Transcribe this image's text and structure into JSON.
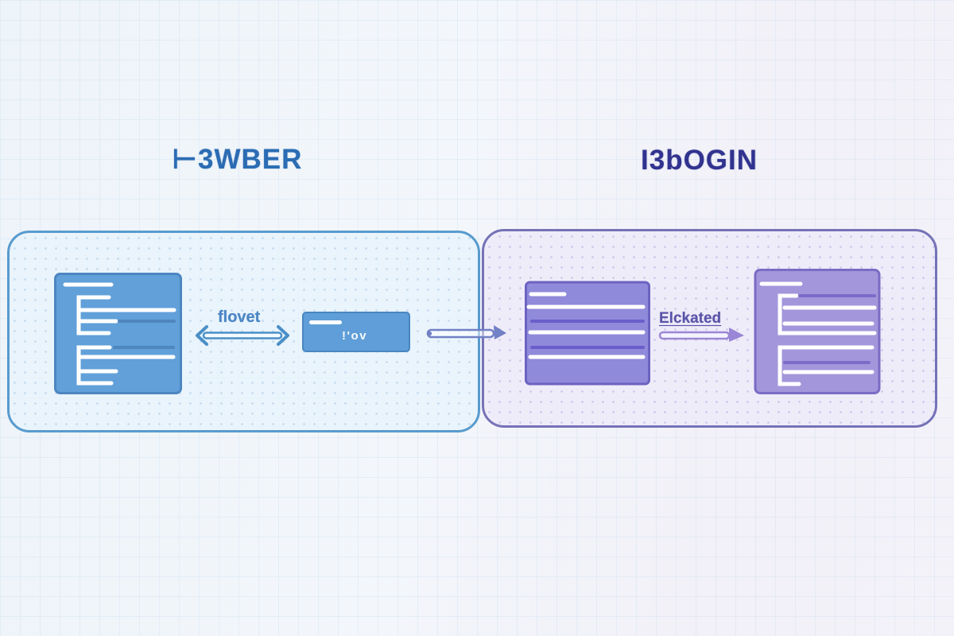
{
  "diagram": {
    "left_panel": {
      "title": "⊢3WBER",
      "arrow_label": "flovet",
      "mini_box_label": "!'ov"
    },
    "right_panel": {
      "title": "I3bOGIN",
      "arrow_label": "Elckated"
    },
    "colors": {
      "left_title": "#2b6cb3",
      "right_title": "#31338f",
      "left_panel_border": "#589bce",
      "right_panel_border": "#7572b6",
      "left_icon_fill": "#61a0d9",
      "left_icon_stroke": "#4b86c0",
      "left_arrow": "#4a8fc7",
      "connector_arrow": "#7280c5",
      "doc_icon_fill": "#8f8ada",
      "doc_icon_stroke": "#6c63c0",
      "right_code_fill": "#a396db",
      "right_code_stroke": "#7a6cc4",
      "right_arrow": "#9a86d6"
    }
  }
}
